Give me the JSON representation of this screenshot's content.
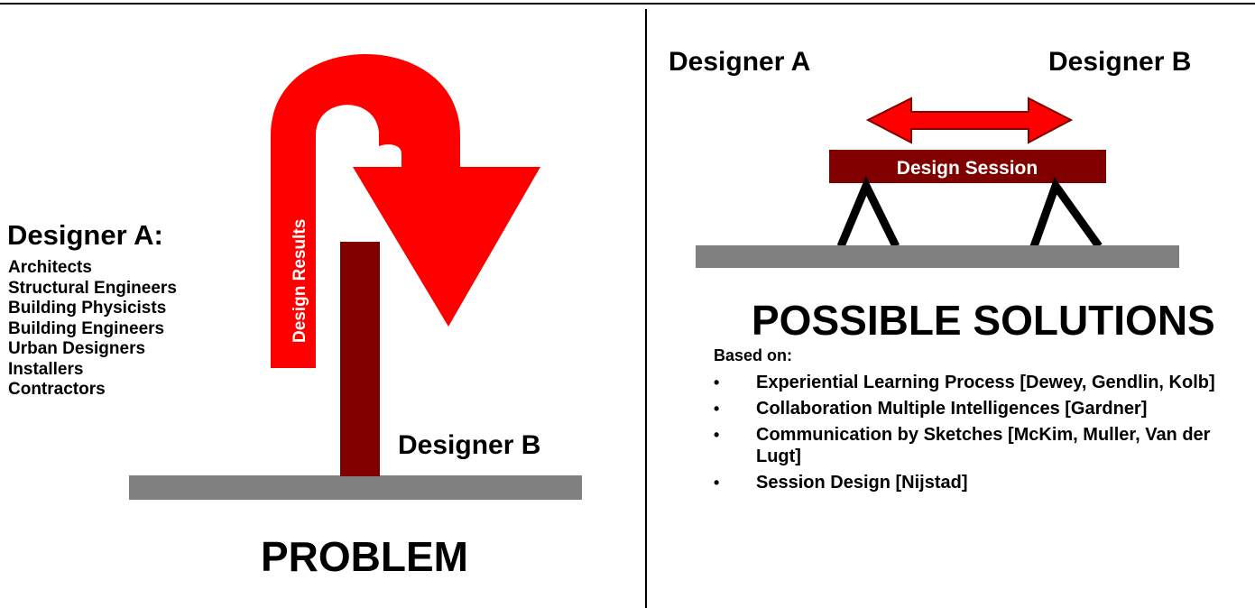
{
  "left_panel": {
    "title": "Designer A:",
    "roles": [
      "Architects",
      "Structural Engineers",
      "Building Physicists",
      "Building Engineers",
      "Urban Designers",
      "Installers",
      "Contractors"
    ],
    "arrow_label": "Design Results",
    "designer_b": "Designer  B",
    "caption": "PROBLEM"
  },
  "right_panel": {
    "designer_a": "Designer A",
    "designer_b": "Designer  B",
    "bridge_label": "Design Session",
    "caption": "POSSIBLE SOLUTIONS",
    "based_on": "Based on:",
    "sources": [
      "Experiential Learning Process [Dewey, Gendlin, Kolb]",
      "Collaboration Multiple Intelligences [Gardner]",
      "Communication by Sketches [McKim, Muller, Van der Lugt]",
      "Session Design [Nijstad]"
    ]
  },
  "colors": {
    "arrow_red": "#ff0000",
    "dark_red": "#800000",
    "ground_gray": "#808080"
  }
}
